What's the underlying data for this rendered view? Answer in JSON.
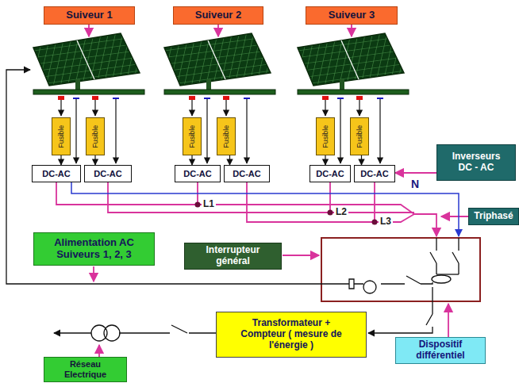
{
  "diagram": {
    "nodes": [
      {
        "text": [
          "Suiveur 1"
        ]
      },
      {
        "text": [
          "Suiveur 2"
        ]
      },
      {
        "text": [
          "Suiveur 3"
        ]
      },
      {
        "text": [
          "Fusible"
        ]
      },
      {
        "text": [
          "Fusible"
        ]
      },
      {
        "text": [
          "Fusible"
        ]
      },
      {
        "text": [
          "Fusible"
        ]
      },
      {
        "text": [
          "Fusible"
        ]
      },
      {
        "text": [
          "Fusible"
        ]
      },
      {
        "text": [
          "DC-AC"
        ]
      },
      {
        "text": [
          "DC-AC"
        ]
      },
      {
        "text": [
          "DC-AC"
        ]
      },
      {
        "text": [
          "DC-AC"
        ]
      },
      {
        "text": [
          "DC-AC"
        ]
      },
      {
        "text": [
          "DC-AC"
        ]
      },
      {
        "text": [
          "Inverseurs DC - AC"
        ]
      },
      {
        "text": [
          "Triphasé"
        ]
      },
      {
        "text": [
          "Alimentation AC Suiveurs 1, 2, 3"
        ]
      },
      {
        "text": [
          "Interrupteur général"
        ]
      },
      {
        "text": [
          "Transformateur + Compteur ( mesure de l'énergie )"
        ]
      },
      {
        "text": [
          "Dispositif différentiel"
        ]
      },
      {
        "text": [
          "Réseau Electrique"
        ]
      }
    ],
    "edges": [
      {
        "from": 3,
        "to": 9,
        "arrow": "to"
      },
      {
        "from": 4,
        "to": 10,
        "arrow": "to"
      },
      {
        "from": 5,
        "to": 11,
        "arrow": "to"
      },
      {
        "from": 6,
        "to": 12,
        "arrow": "to"
      },
      {
        "from": 7,
        "to": 13,
        "arrow": "to"
      },
      {
        "from": 8,
        "to": 14,
        "arrow": "to"
      },
      {
        "from": 15,
        "to": 14,
        "arrow": "to"
      }
    ],
    "labels": [
      "N",
      "L1",
      "L2",
      "L3"
    ]
  }
}
